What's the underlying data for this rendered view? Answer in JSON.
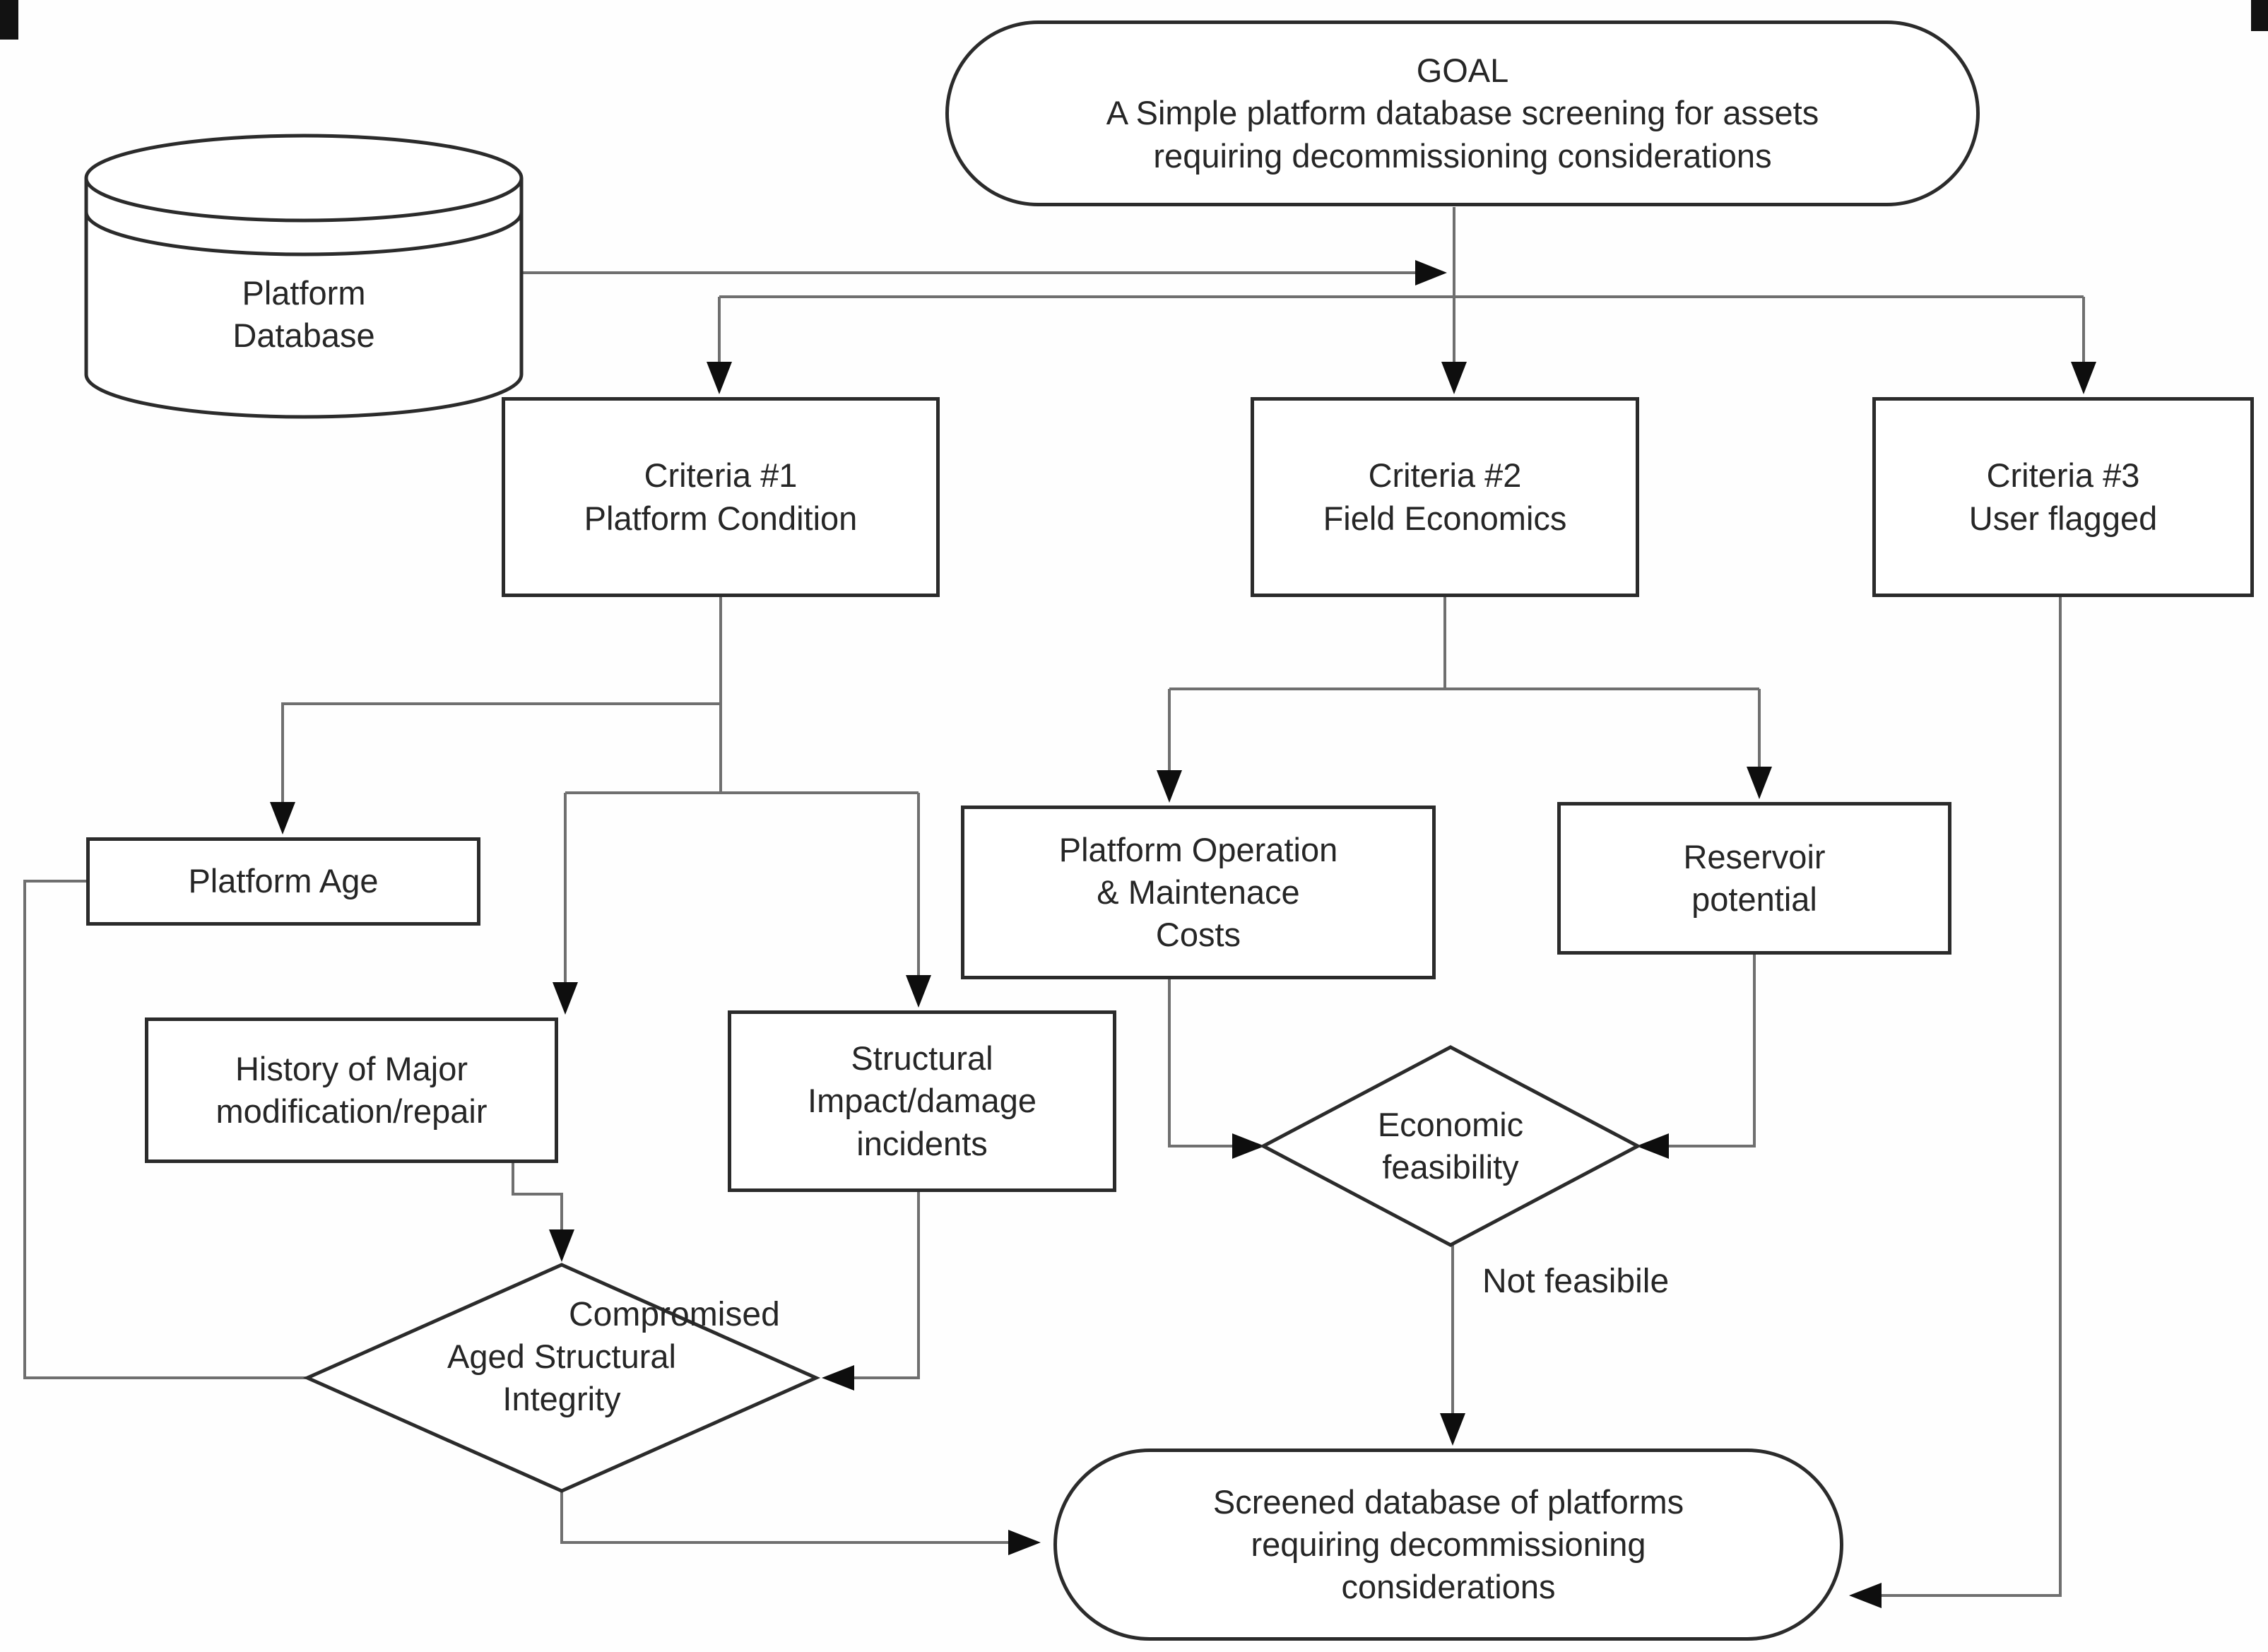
{
  "colors": {
    "background": "#fefefe",
    "ink": "#262626",
    "box_border": "#2b2b2b",
    "connector": "#6f6f6f",
    "arrowhead": "#0e0e0e",
    "fill": "#ffffff"
  },
  "nodes": {
    "goal": {
      "type": "terminator",
      "lines": [
        "GOAL",
        "A Simple platform database screening for assets",
        "requiring decommissioning considerations"
      ]
    },
    "platform_database": {
      "type": "datastore",
      "lines": [
        "Platform",
        "Database"
      ]
    },
    "criteria_1": {
      "type": "process",
      "lines": [
        "Criteria #1",
        "Platform Condition"
      ]
    },
    "criteria_2": {
      "type": "process",
      "lines": [
        "Criteria #2",
        "Field Economics"
      ]
    },
    "criteria_3": {
      "type": "process",
      "lines": [
        "Criteria #3",
        "User flagged"
      ]
    },
    "platform_age": {
      "type": "process",
      "lines": [
        "Platform Age"
      ]
    },
    "history_modification": {
      "type": "process",
      "lines": [
        "History of Major",
        "modification/repair"
      ]
    },
    "structural_incidents": {
      "type": "process",
      "lines": [
        "Structural",
        "Impact/damage",
        "incidents"
      ]
    },
    "operation_maintenance_costs": {
      "type": "process",
      "lines": [
        "Platform Operation",
        "& Maintenace",
        "Costs"
      ]
    },
    "reservoir_potential": {
      "type": "process",
      "lines": [
        "Reservoir",
        "potential"
      ]
    },
    "aged_structural_integrity": {
      "type": "decision",
      "lines": [
        "Aged Structural",
        "Integrity"
      ]
    },
    "economic_feasibility": {
      "type": "decision",
      "lines": [
        "Economic",
        "feasibility"
      ]
    },
    "screened_database": {
      "type": "terminator",
      "lines": [
        "Screened database of platforms",
        "requiring decommissioning",
        "considerations"
      ]
    }
  },
  "edge_labels": {
    "compromised": "Compromised",
    "not_feasible": "Not feasibile"
  }
}
